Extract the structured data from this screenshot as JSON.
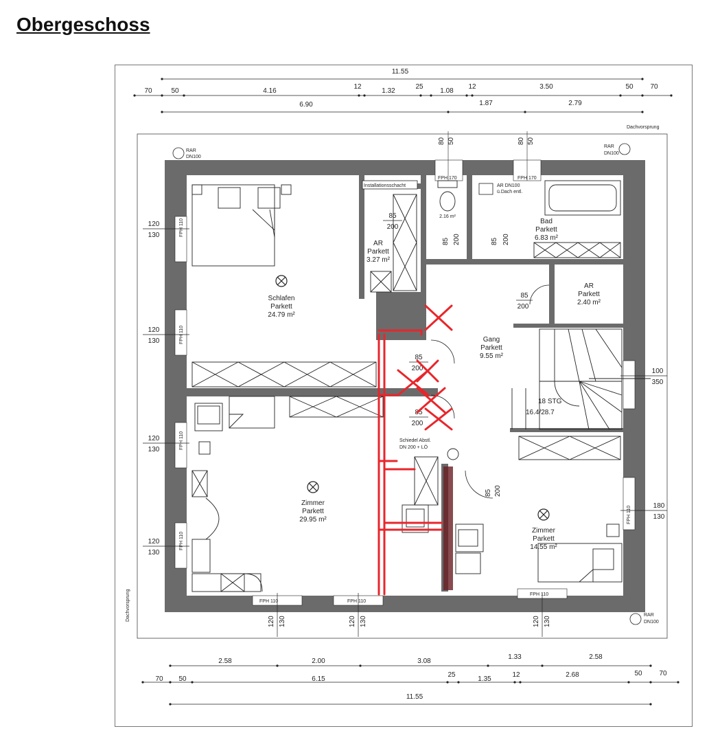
{
  "page_title": "Obergeschoss",
  "dims_top": {
    "total_top": "11.55",
    "r2": [
      "70",
      "50",
      "4.16",
      "12",
      "1.32",
      "25",
      "1.08",
      "12",
      "3.50",
      "50",
      "70"
    ],
    "r3": [
      "6.90",
      "1.87",
      "2.79"
    ]
  },
  "dims_bottom": {
    "r1": [
      "2.58",
      "2.00",
      "3.08",
      "1.33",
      "2.58"
    ],
    "r2": [
      "70",
      "50",
      "6.15",
      "25",
      "1.35",
      "12",
      "2.68",
      "50",
      "70"
    ],
    "total_bottom": "11.55"
  },
  "rooms": {
    "schlafen": {
      "name": "Schlafen",
      "floor": "Parkett",
      "area": "24.79 m²"
    },
    "ar1": {
      "name": "AR",
      "floor": "Parkett",
      "area": "3.27 m²"
    },
    "wc": {
      "area": "2.16 m²"
    },
    "bad": {
      "name": "Bad",
      "floor": "Parkett",
      "area": "6.83 m²"
    },
    "ar2": {
      "name": "AR",
      "floor": "Parkett",
      "area": "2.40 m²"
    },
    "gang": {
      "name": "Gang",
      "floor": "Parkett",
      "area": "9.55 m²"
    },
    "zimmer1": {
      "name": "Zimmer",
      "floor": "Parkett",
      "area": "29.95 m²"
    },
    "zimmer2": {
      "name": "Zimmer",
      "floor": "Parkett",
      "area": "14.55 m²"
    }
  },
  "stair": {
    "l1": "18 STG",
    "l2": "16.4/28.7"
  },
  "labels": {
    "installationsschacht": "Installationsschacht",
    "schiedel": "Schiedel Abstl.",
    "schiedel2": "DN 200 + LÖ",
    "ar_dn": "AR DN100",
    "ar_dn2": "ü.Dach entl.",
    "dachvorsprung": "Dachvorsprung",
    "rar": "RAR",
    "dn100": "DN100",
    "fph170": "FPH 170",
    "fph110": "FPH 110"
  },
  "openings": {
    "w120_130": [
      "120",
      "130"
    ],
    "w180_130": [
      "180",
      "130"
    ],
    "w100_350": [
      "100",
      "350"
    ],
    "d85_200": [
      "85",
      "200"
    ],
    "d80_50": [
      "80",
      "50"
    ]
  },
  "colors": {
    "wall": "#6b6b6b",
    "markup": "#e8262b",
    "line": "#222222"
  }
}
